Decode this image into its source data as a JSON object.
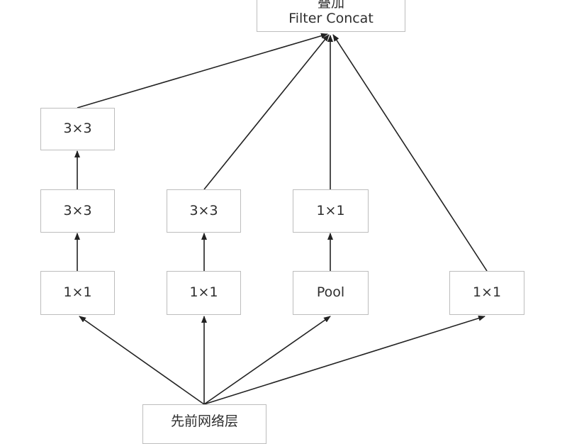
{
  "nodes": {
    "concat": {
      "line1": "叠加",
      "line2": "Filter Concat"
    },
    "b1_top": {
      "label": "3×3"
    },
    "b1_mid": {
      "label": "3×3"
    },
    "b1_bot": {
      "label": "1×1"
    },
    "b2_mid": {
      "label": "3×3"
    },
    "b2_bot": {
      "label": "1×1"
    },
    "b3_mid": {
      "label": "1×1"
    },
    "b3_bot": {
      "label": "Pool"
    },
    "b4_bot": {
      "label": "1×1"
    },
    "input": {
      "label": "先前网络层"
    }
  },
  "edges": [
    {
      "from": "b1_bot",
      "to": "b1_mid"
    },
    {
      "from": "b1_mid",
      "to": "b1_top"
    },
    {
      "from": "b2_bot",
      "to": "b2_mid"
    },
    {
      "from": "b3_bot",
      "to": "b3_mid"
    },
    {
      "from": "b1_top",
      "to": "concat"
    },
    {
      "from": "b2_mid",
      "to": "concat"
    },
    {
      "from": "b3_mid",
      "to": "concat"
    },
    {
      "from": "b4_bot",
      "to": "concat"
    },
    {
      "from": "input",
      "to": "b1_bot"
    },
    {
      "from": "input",
      "to": "b2_bot"
    },
    {
      "from": "input",
      "to": "b3_bot"
    },
    {
      "from": "input",
      "to": "b4_bot"
    }
  ],
  "colors": {
    "line": "#222222",
    "box_border": "#bdbdbd",
    "text": "#2e2e2e"
  }
}
